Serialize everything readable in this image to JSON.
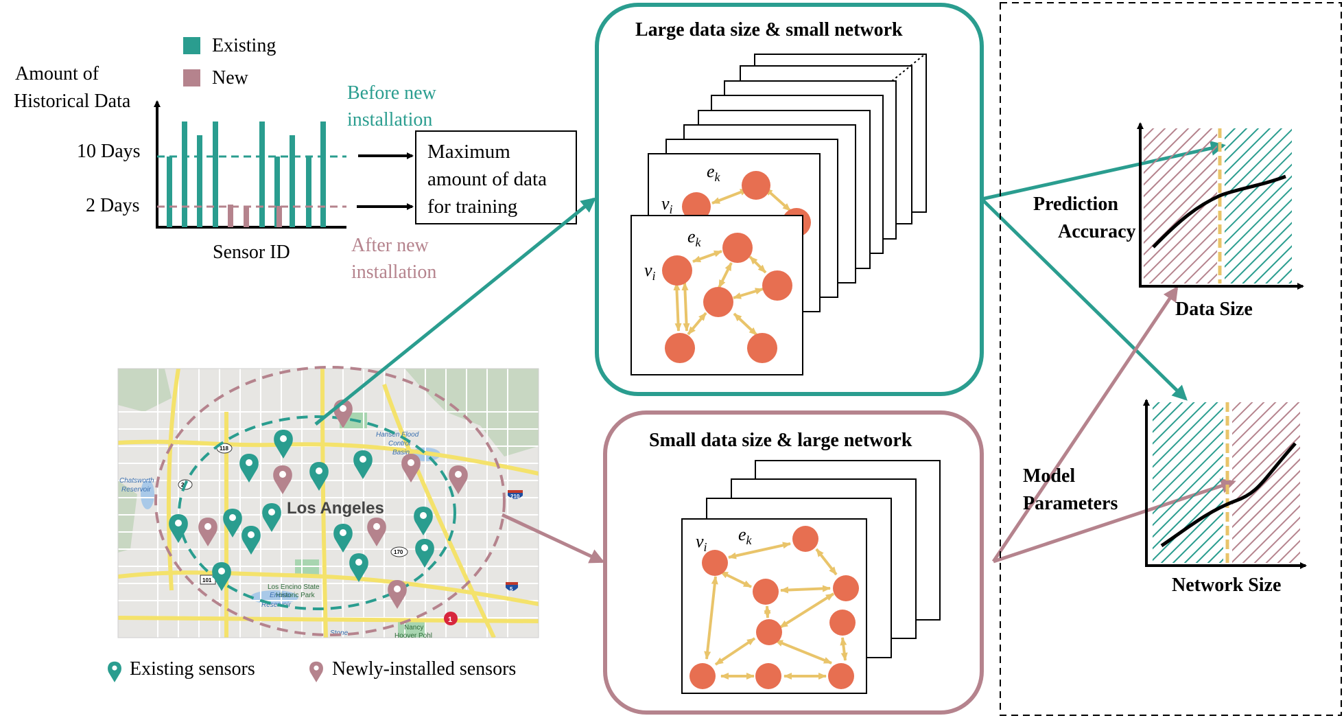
{
  "colors": {
    "teal": "#2a9d8f",
    "mauve": "#b5838d",
    "node": "#e76f51",
    "edge": "#e9c46a",
    "black": "#000000"
  },
  "bar_chart": {
    "legend_existing": "Existing",
    "legend_new": "New",
    "ylabel_line1": "Amount of",
    "ylabel_line2": "Historical Data",
    "tick_10": "10 Days",
    "tick_2": "2 Days",
    "xlabel": "Sensor ID",
    "before_line1": "Before new",
    "before_line2": "installation",
    "after_line1": "After new",
    "after_line2": "installation",
    "max_line1": "Maximum",
    "max_line2": "amount of data",
    "max_line3": "for training"
  },
  "top_box": {
    "title": "Large data size & small network",
    "node_label": "v",
    "node_sub": "i",
    "edge_label": "e",
    "edge_sub": "k"
  },
  "bottom_box": {
    "title": "Small data size & large network",
    "node_label": "v",
    "node_sub": "i",
    "edge_label": "e",
    "edge_sub": "k"
  },
  "map": {
    "city": "Los Angeles",
    "place_chatsworth": "Chatsworth",
    "place_reservoir": "Reservoir",
    "place_hansen1": "Hansen Flood",
    "place_hansen2": "Control",
    "place_hansen3": "Basin",
    "place_encino1": "Los Encino State",
    "place_encino2": "Historic Park",
    "place_encino3": "Encino",
    "place_encino4": "Reservoir",
    "place_stone": "Stone",
    "place_nancy1": "Nancy",
    "place_nancy2": "Hoover Pohl",
    "route_118": "118",
    "route_27": "27",
    "route_101": "101",
    "route_170": "170",
    "route_210": "210",
    "route_5": "5",
    "badge_1": "1"
  },
  "map_legend": {
    "existing": "Existing sensors",
    "new": "Newly-installed sensors"
  },
  "right_panel": {
    "prediction_line1": "Prediction",
    "prediction_line2": "Accuracy",
    "data_size": "Data Size",
    "model_line1": "Model",
    "model_line2": "Parameters",
    "network_size": "Network Size"
  }
}
